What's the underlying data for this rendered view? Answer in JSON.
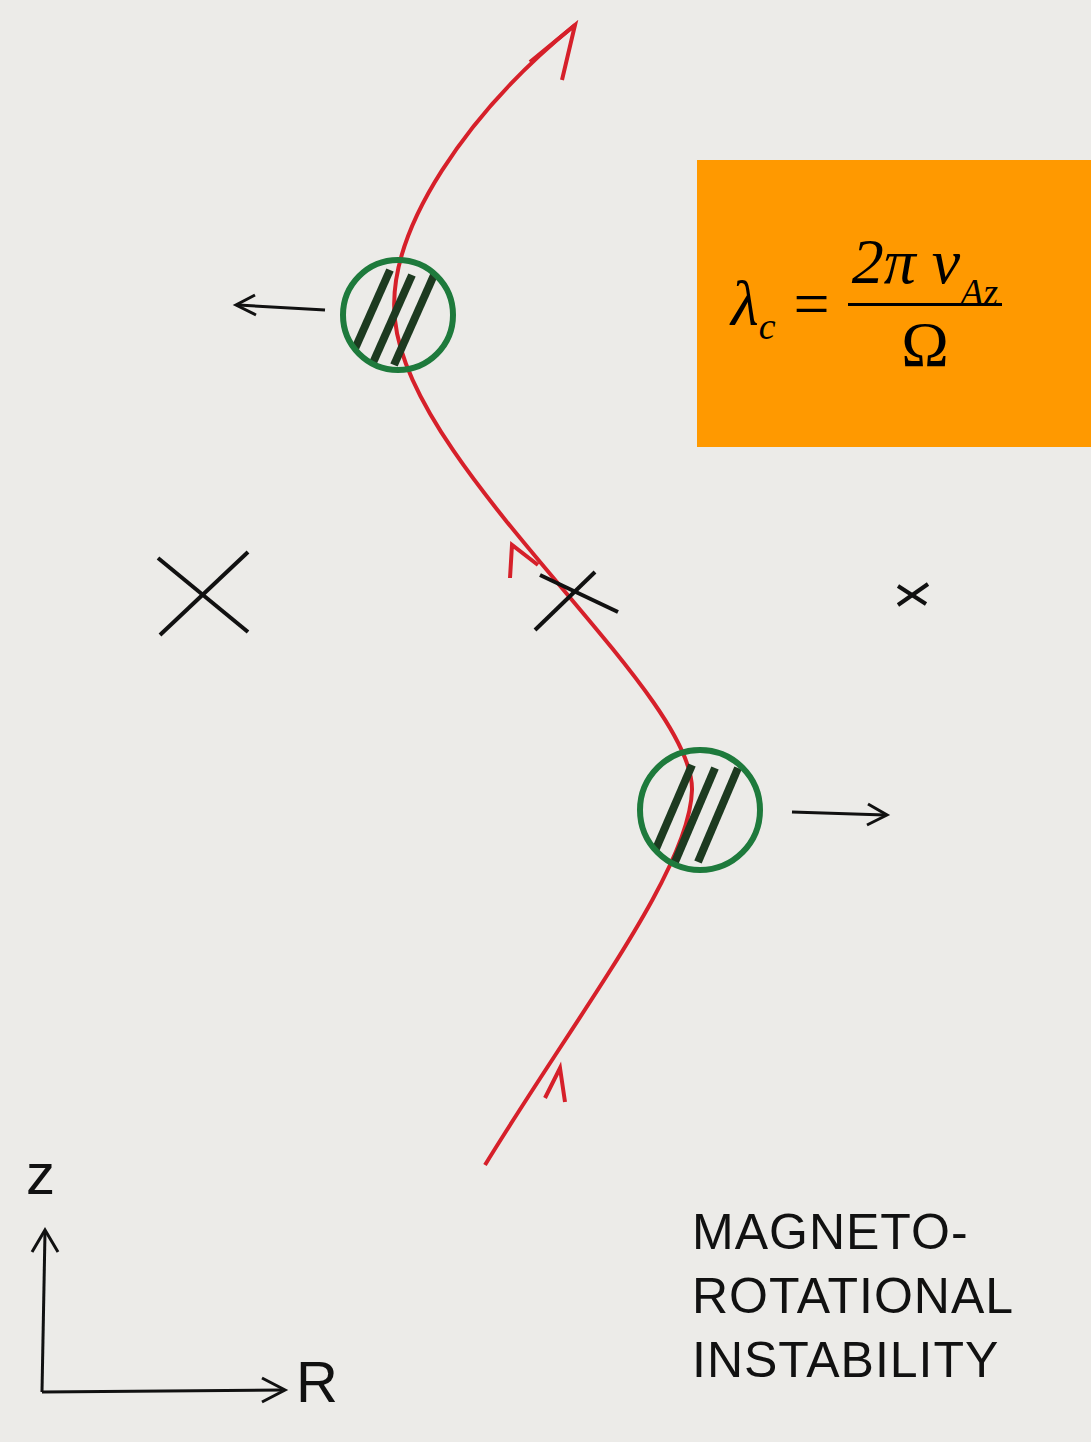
{
  "diagram": {
    "nodes": [
      {
        "text": [
          "λ",
          "c",
          "=",
          "2π v",
          "Az",
          "Ω"
        ]
      }
    ],
    "labels": [
      "z",
      "R",
      "MAGNETO- ROTATIONAL INSTABILITY"
    ]
  }
}
